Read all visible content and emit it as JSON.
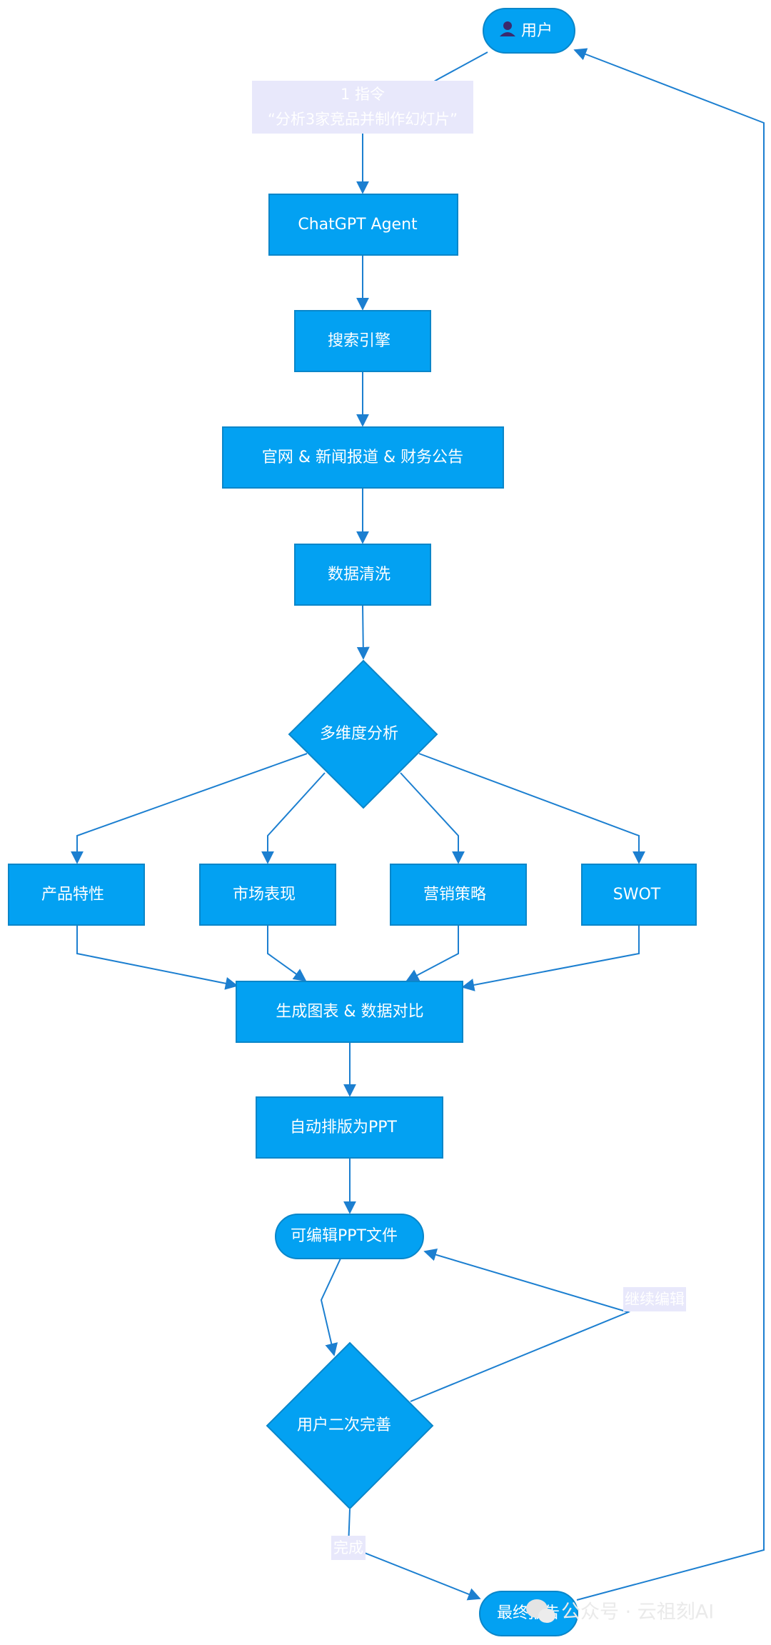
{
  "nodes": {
    "user": {
      "icon": "user-icon",
      "label": "用户"
    },
    "agent": {
      "label": "ChatGPT Agent"
    },
    "search": {
      "label": "搜索引擎"
    },
    "sources": {
      "label": "官网 & 新闻报道 & 财务公告"
    },
    "clean": {
      "label": "数据清洗"
    },
    "analysis": {
      "label": "多维度分析"
    },
    "product": {
      "label": "产品特性"
    },
    "market": {
      "label": "市场表现"
    },
    "marketing": {
      "label": "营销策略"
    },
    "swot": {
      "label": "SWOT"
    },
    "charts": {
      "label": "生成图表 & 数据对比"
    },
    "layout": {
      "label": "自动排版为PPT"
    },
    "file": {
      "label": "可编辑PPT文件"
    },
    "refine": {
      "label": "用户二次完善"
    },
    "final": {
      "label": "最终报告"
    }
  },
  "edges": {
    "instruction": {
      "line1": "1 指令",
      "line2": "“分析3家竞品并制作幻灯片”"
    },
    "continue_edit": {
      "label": "继续编辑"
    },
    "done": {
      "label": "完成"
    }
  },
  "watermark": {
    "icon": "wechat-icon",
    "text": "公众号 · 云祖刻AI"
  },
  "colors": {
    "node_fill": "#03a1f2",
    "node_stroke": "#0a86c9",
    "edge": "#1c7fd0",
    "edge_label_bg": "#e8e8fb"
  }
}
